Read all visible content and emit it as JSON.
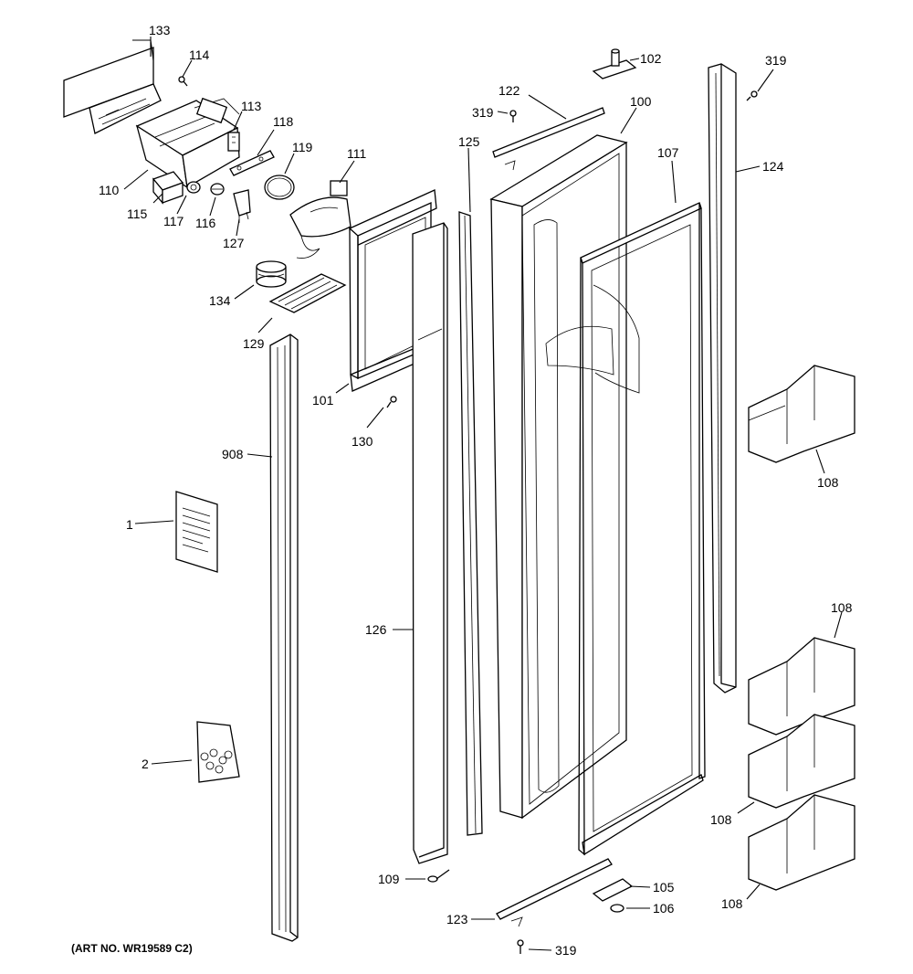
{
  "diagram": {
    "caption": "(ART NO. WR19589 C2)",
    "callouts": [
      {
        "id": "c133a",
        "text": "133"
      },
      {
        "id": "c114",
        "text": "114"
      },
      {
        "id": "c113",
        "text": "113"
      },
      {
        "id": "c118",
        "text": "118"
      },
      {
        "id": "c119",
        "text": "119"
      },
      {
        "id": "c111",
        "text": "111"
      },
      {
        "id": "c110",
        "text": "110"
      },
      {
        "id": "c115",
        "text": "115"
      },
      {
        "id": "c117",
        "text": "117"
      },
      {
        "id": "c116",
        "text": "116"
      },
      {
        "id": "c127",
        "text": "127"
      },
      {
        "id": "c134",
        "text": "134"
      },
      {
        "id": "c129",
        "text": "129"
      },
      {
        "id": "c101",
        "text": "101"
      },
      {
        "id": "c130",
        "text": "130"
      },
      {
        "id": "c908",
        "text": "908"
      },
      {
        "id": "c1",
        "text": "1"
      },
      {
        "id": "c126",
        "text": "126"
      },
      {
        "id": "c2",
        "text": "2"
      },
      {
        "id": "c109",
        "text": "109"
      },
      {
        "id": "c123",
        "text": "123"
      },
      {
        "id": "c319b",
        "text": "319"
      },
      {
        "id": "c105",
        "text": "105"
      },
      {
        "id": "c106",
        "text": "106"
      },
      {
        "id": "c125",
        "text": "125"
      },
      {
        "id": "c319a",
        "text": "319"
      },
      {
        "id": "c122",
        "text": "122"
      },
      {
        "id": "c102",
        "text": "102"
      },
      {
        "id": "c100",
        "text": "100"
      },
      {
        "id": "c107",
        "text": "107"
      },
      {
        "id": "c319c",
        "text": "319"
      },
      {
        "id": "c124",
        "text": "124"
      },
      {
        "id": "c108a",
        "text": "108"
      },
      {
        "id": "c108b",
        "text": "108"
      },
      {
        "id": "c108c",
        "text": "108"
      },
      {
        "id": "c108d",
        "text": "108"
      }
    ]
  }
}
